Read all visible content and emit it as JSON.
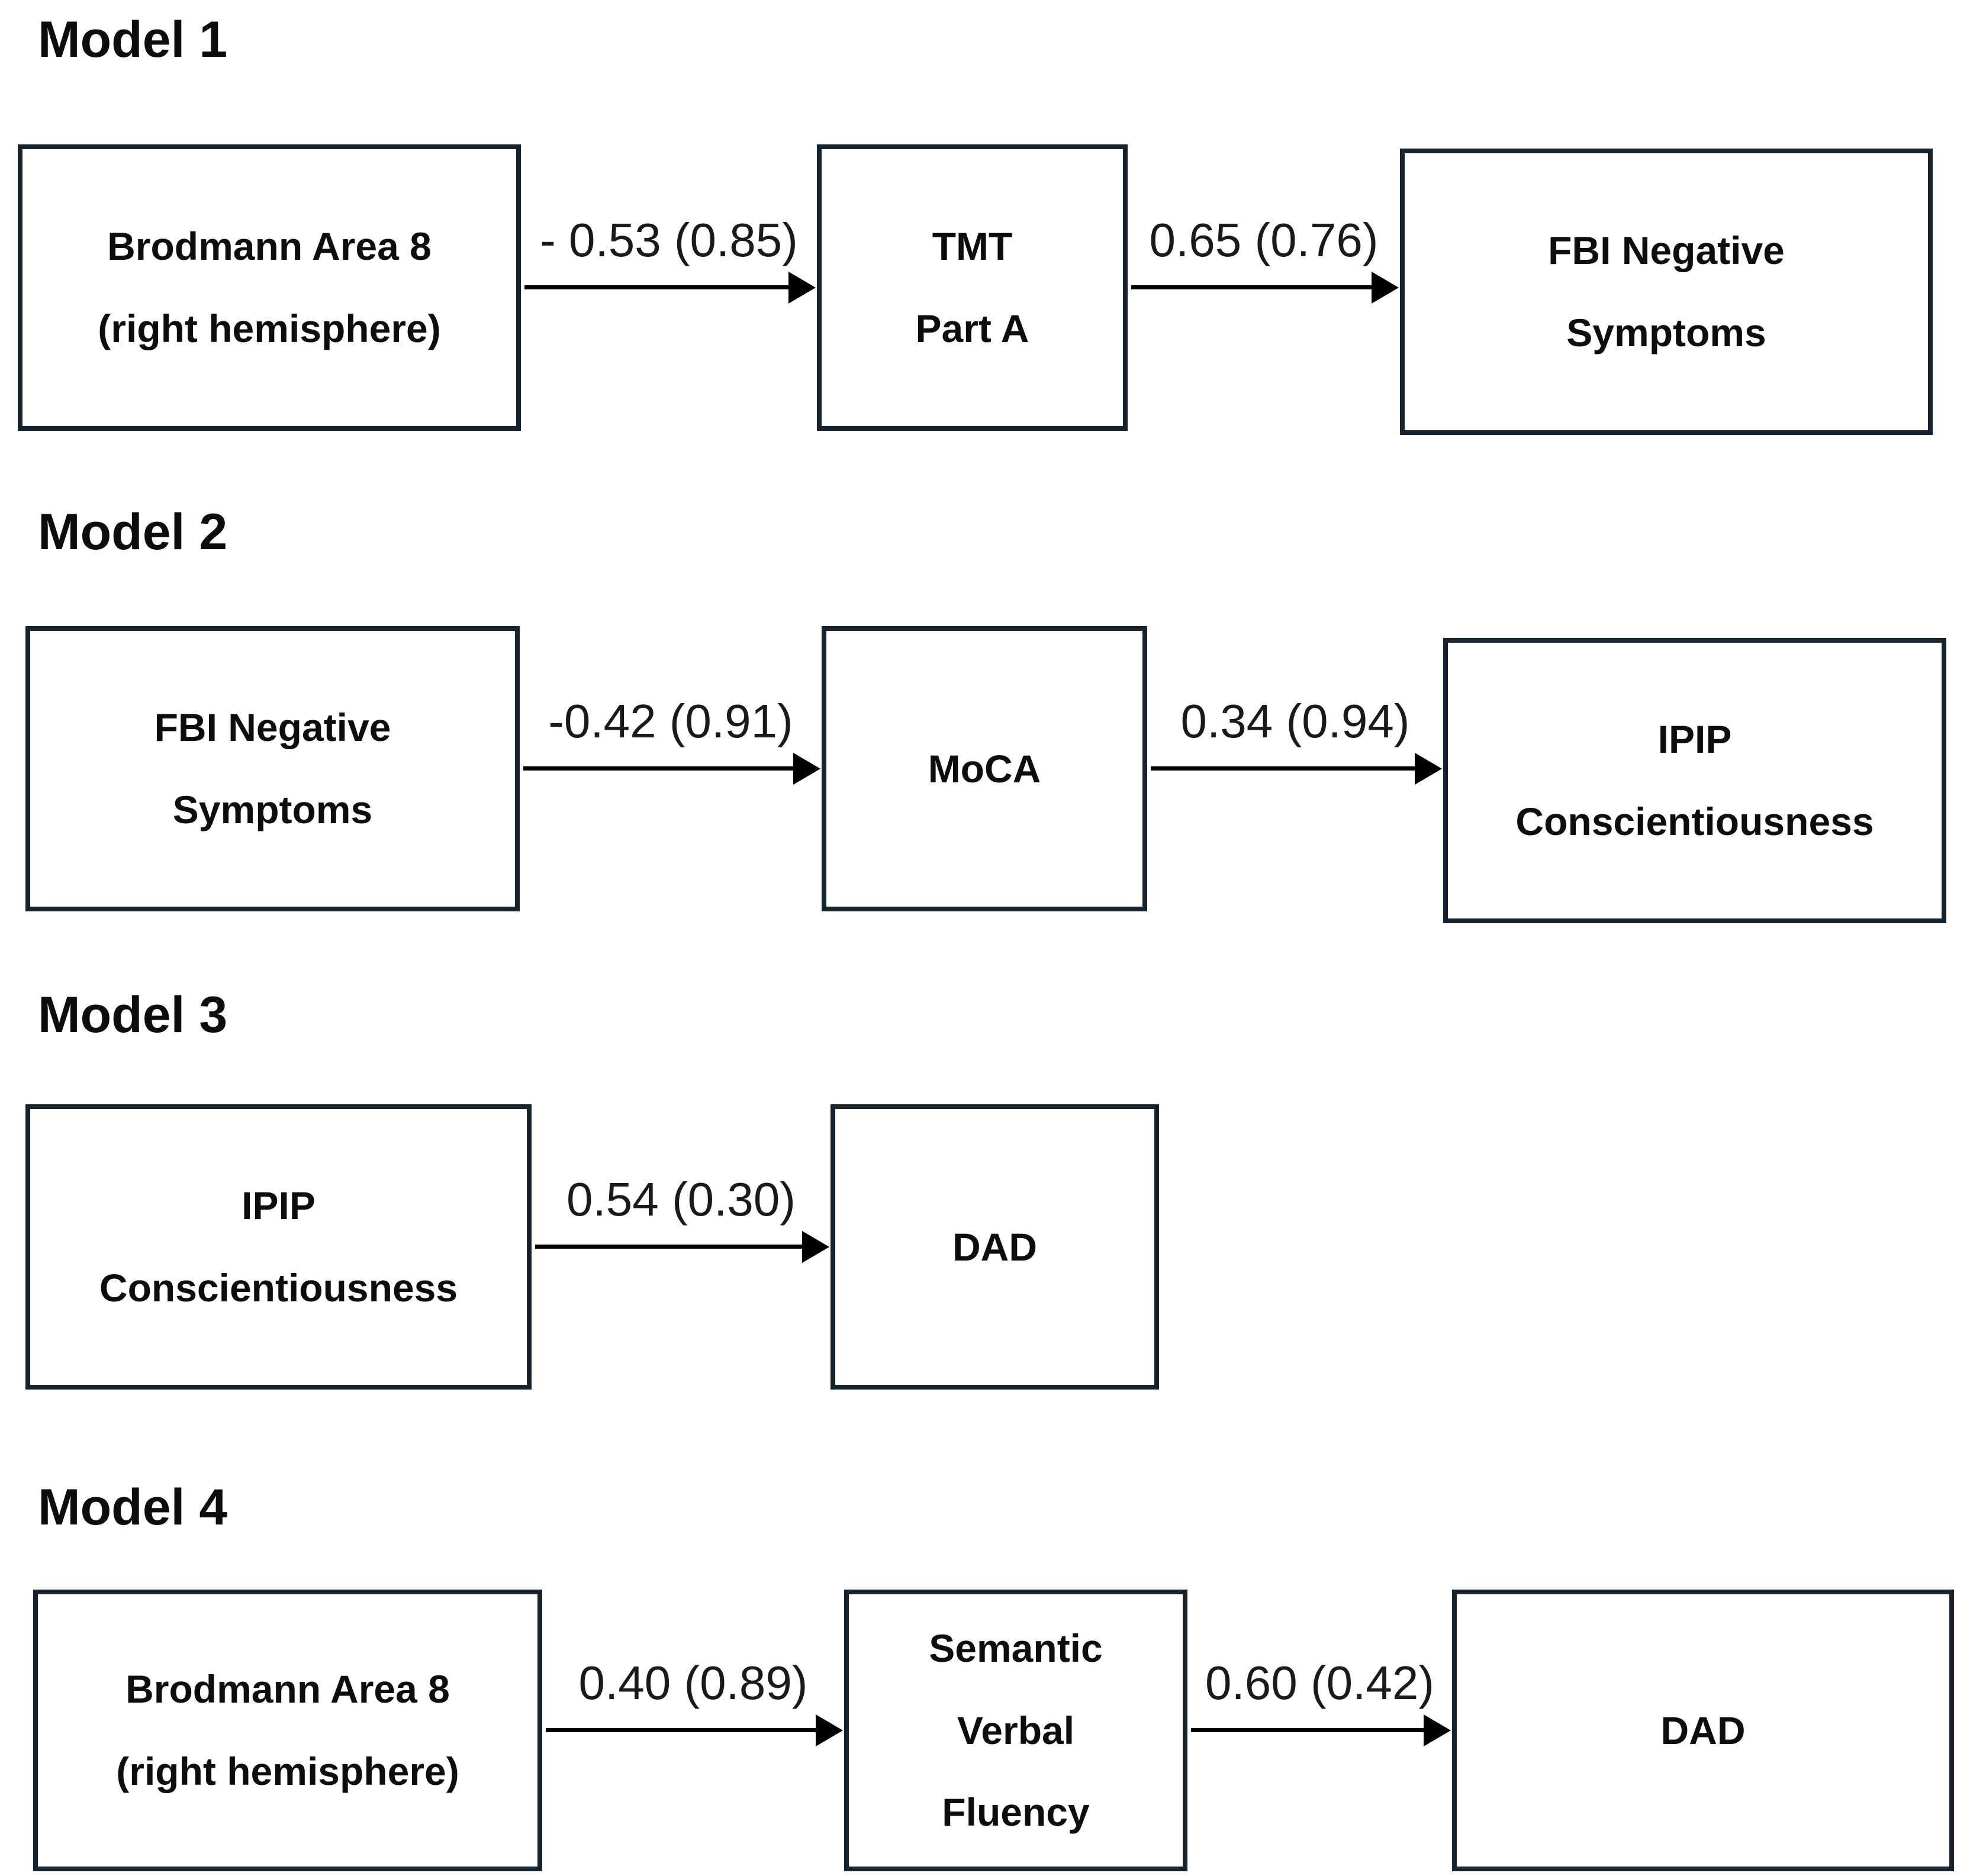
{
  "theme": {
    "background": "#ffffff",
    "box-border-color": "#16242f",
    "box-fill-color": "#ffffff",
    "text-color": "#0d0d0d",
    "edge-text-color": "#1a1a1a",
    "arrow-color": "#000000"
  },
  "figure": {
    "type": "mediation-path-diagram",
    "model_count": 4
  },
  "models": [
    {
      "title": "Model 1",
      "nodes": [
        {
          "id": "brodmann-area-8-right-hemisphere",
          "lines": [
            "Brodmann Area 8",
            "(right hemisphere)"
          ]
        },
        {
          "id": "tmt-part-a",
          "lines": [
            "TMT",
            "Part A"
          ]
        },
        {
          "id": "fbi-negative-symptoms",
          "lines": [
            "FBI Negative",
            "Symptoms"
          ]
        }
      ],
      "edges": [
        {
          "from": "Brodmann Area 8 (right hemisphere)",
          "to": "TMT Part A",
          "label": "- 0.53 (0.85)"
        },
        {
          "from": "TMT Part A",
          "to": "FBI Negative Symptoms",
          "label": "0.65 (0.76)"
        }
      ]
    },
    {
      "title": "Model 2",
      "nodes": [
        {
          "id": "fbi-negative-symptoms",
          "lines": [
            "FBI Negative",
            "Symptoms"
          ]
        },
        {
          "id": "moca",
          "lines": [
            "MoCA"
          ]
        },
        {
          "id": "ipip-conscientiousness",
          "lines": [
            "IPIP",
            "Conscientiousness"
          ]
        }
      ],
      "edges": [
        {
          "from": "FBI Negative Symptoms",
          "to": "MoCA",
          "label": "-0.42 (0.91)"
        },
        {
          "from": "MoCA",
          "to": "IPIP Conscientiousness",
          "label": "0.34 (0.94)"
        }
      ]
    },
    {
      "title": "Model 3",
      "nodes": [
        {
          "id": "ipip-conscientiousness",
          "lines": [
            "IPIP",
            "Conscientiousness"
          ]
        },
        {
          "id": "dad",
          "lines": [
            "DAD"
          ]
        }
      ],
      "edges": [
        {
          "from": "IPIP Conscientiousness",
          "to": "DAD",
          "label": "0.54 (0.30)"
        }
      ]
    },
    {
      "title": "Model 4",
      "nodes": [
        {
          "id": "brodmann-area-8-right-hemisphere",
          "lines": [
            "Brodmann Area 8",
            "(right hemisphere)"
          ]
        },
        {
          "id": "semantic-verbal-fluency",
          "lines": [
            "Semantic",
            "Verbal",
            "Fluency"
          ]
        },
        {
          "id": "dad",
          "lines": [
            "DAD"
          ]
        }
      ],
      "edges": [
        {
          "from": "Brodmann Area 8 (right hemisphere)",
          "to": "Semantic Verbal Fluency",
          "label": "0.40 (0.89)"
        },
        {
          "from": "Semantic Verbal Fluency",
          "to": "DAD",
          "label": "0.60 (0.42)"
        }
      ]
    }
  ]
}
